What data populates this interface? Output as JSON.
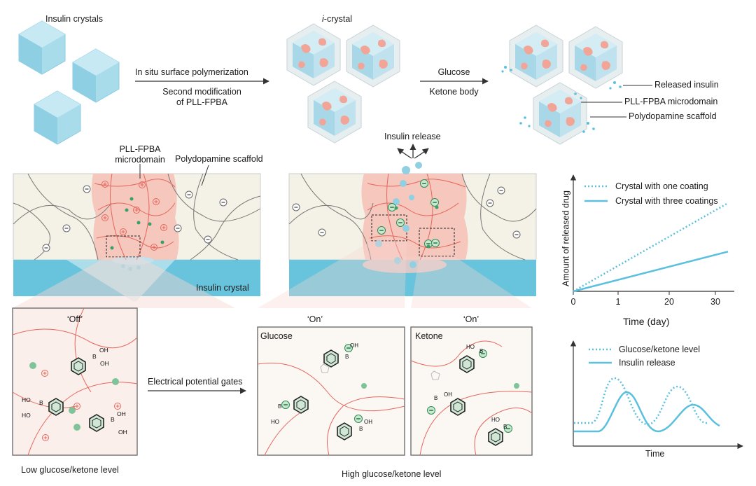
{
  "top_row": {
    "crystals_label": "Insulin crystals",
    "arrow1_above": "In situ surface polymerization",
    "arrow1_below_line1": "Second modification",
    "arrow1_below_line2": "of PLL-FPBA",
    "icrystal_label_italic": "i",
    "icrystal_label_rest": "-crystal",
    "arrow2_above": "Glucose",
    "arrow2_below": "Ketone body",
    "callout_released": "Released insulin",
    "callout_pll": "PLL-FPBA microdomain",
    "callout_scaffold": "Polydopamine scaffold"
  },
  "middle_row": {
    "pll_label_line1": "PLL-FPBA",
    "pll_label_line2": "microdomain",
    "scaffold_label": "Polydopamine scaffold",
    "crystal_label": "Insulin crystal",
    "release_label": "Insulin release"
  },
  "bottom_row": {
    "off_title": "‘Off’",
    "on_title_1": "‘On’",
    "on_title_2": "‘On’",
    "glucose_label": "Glucose",
    "ketone_label": "Ketone",
    "gate_label": "Electrical potential gates",
    "low_label": "Low glucose/ketone level",
    "high_label": "High glucose/ketone level"
  },
  "chart_data": [
    {
      "type": "line",
      "ylabel": "Amount of released drug",
      "xlabel": "Time (day)",
      "x_ticks": [
        "0",
        "1",
        "20",
        "30"
      ],
      "series": [
        {
          "name": "Crystal with one coating",
          "style": "dotted",
          "x": [
            0,
            32
          ],
          "y": [
            0,
            1.0
          ]
        },
        {
          "name": "Crystal with three coatings",
          "style": "solid",
          "x": [
            0,
            32
          ],
          "y": [
            0,
            0.45
          ]
        }
      ],
      "color": "#5bc0de"
    },
    {
      "type": "line",
      "xlabel": "Time",
      "series": [
        {
          "name": "Glucose/ketone level",
          "style": "dotted"
        },
        {
          "name": "Insulin release",
          "style": "solid"
        }
      ],
      "color": "#5bc0de"
    }
  ],
  "colors": {
    "crystal": "#a9dceb",
    "crystal_dark": "#7cc4dc",
    "pink": "#f6c7bd",
    "red": "#e5665c",
    "green": "#3aa067",
    "scaffold_bg": "#f4f1e6",
    "blue_band": "#68c3dc"
  }
}
